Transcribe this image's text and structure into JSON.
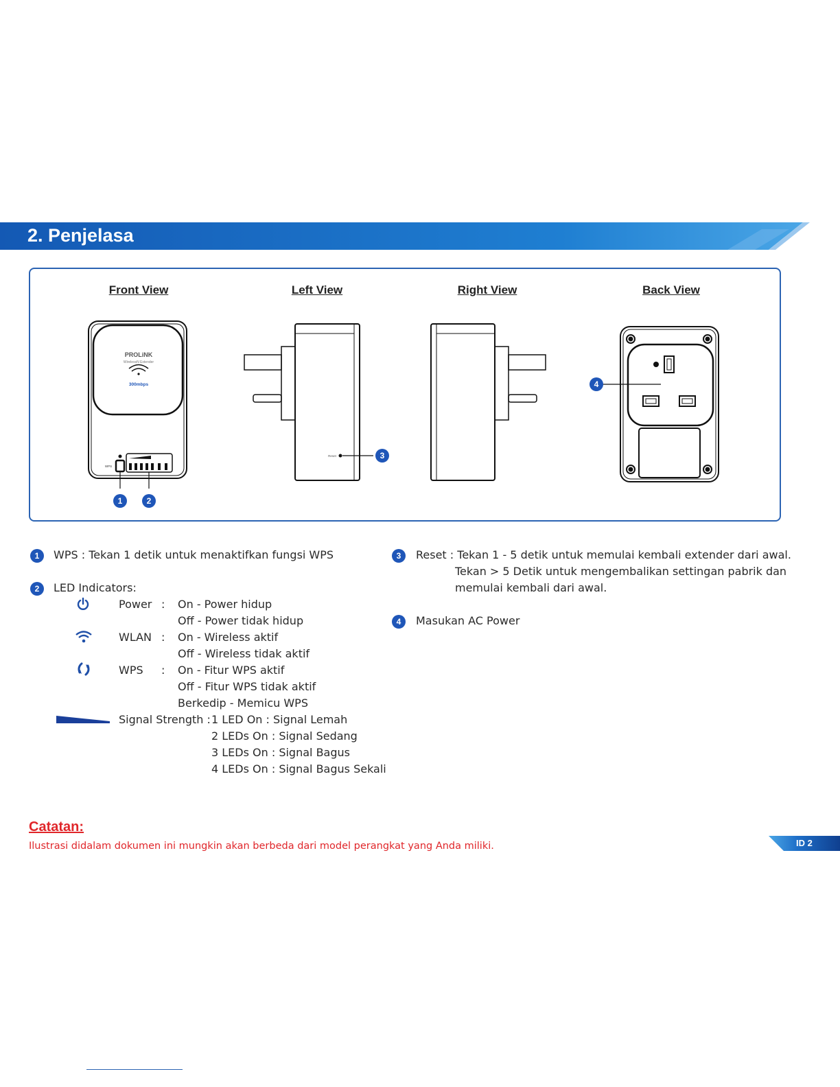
{
  "header": {
    "title": "2. Penjelasa"
  },
  "views": {
    "front": "Front View",
    "left": "Left View",
    "right": "Right View",
    "back": "Back View"
  },
  "device": {
    "brand": "PROLiNK",
    "subtitle": "WirelessN Extender",
    "speed": "300mbps",
    "wps_label": "WPS",
    "reset_label": "Reset"
  },
  "callouts": [
    "1",
    "2",
    "3",
    "4"
  ],
  "legend": {
    "item1": {
      "num": "1",
      "text": "WPS : Tekan 1 detik untuk menaktifkan fungsi WPS"
    },
    "item2": {
      "num": "2",
      "title": "LED Indicators:",
      "power": {
        "label": "Power",
        "sep": ":",
        "on": "On - Power hidup",
        "off": "Off - Power tidak hidup"
      },
      "wlan": {
        "label": "WLAN",
        "sep": ":",
        "on": "On - Wireless aktif",
        "off": "Off - Wireless tidak aktif"
      },
      "wps": {
        "label": "WPS",
        "sep": ":",
        "on": "On - Fitur WPS aktif",
        "off": "Off - Fitur WPS tidak aktif",
        "blink": "Berkedip - Memicu WPS"
      },
      "signal": {
        "label": "Signal Strength :",
        "l1": "1 LED On : Signal Lemah",
        "l2": "2 LEDs On : Signal Sedang",
        "l3": "3 LEDs On : Signal Bagus",
        "l4": "4 LEDs On : Signal Bagus Sekali"
      }
    },
    "item3": {
      "num": "3",
      "line1": "Reset : Tekan 1 - 5 detik untuk memulai kembali extender dari awal.",
      "line2": "Tekan > 5 Detik untuk mengembalikan settingan pabrik dan",
      "line3": "memulai kembali dari awal."
    },
    "item4": {
      "num": "4",
      "text": "Masukan AC Power"
    }
  },
  "note": {
    "title": "Catatan:",
    "text": "Ilustrasi didalam dokumen ini mungkin akan berbeda dari model perangkat yang Anda miliki."
  },
  "page": {
    "id": "ID 2"
  },
  "colors": {
    "accent": "#1f56b8",
    "note": "#e0262a",
    "frame": "#2b63b3"
  },
  "icons": {
    "power": "power-icon",
    "wlan": "wifi-icon",
    "wps": "wps-icon",
    "signal": "signal-wedge-icon"
  }
}
